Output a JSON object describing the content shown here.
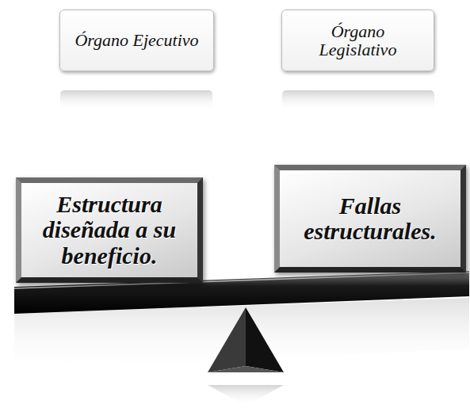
{
  "diagram": {
    "nodes": [
      {
        "text": [
          "Órgano Ejecutivo"
        ]
      },
      {
        "text": [
          "Órgano Legislativo"
        ]
      },
      {
        "text": [
          "Estructura diseñada a su beneficio."
        ]
      },
      {
        "text": [
          "Fallas estructurales."
        ]
      }
    ]
  }
}
